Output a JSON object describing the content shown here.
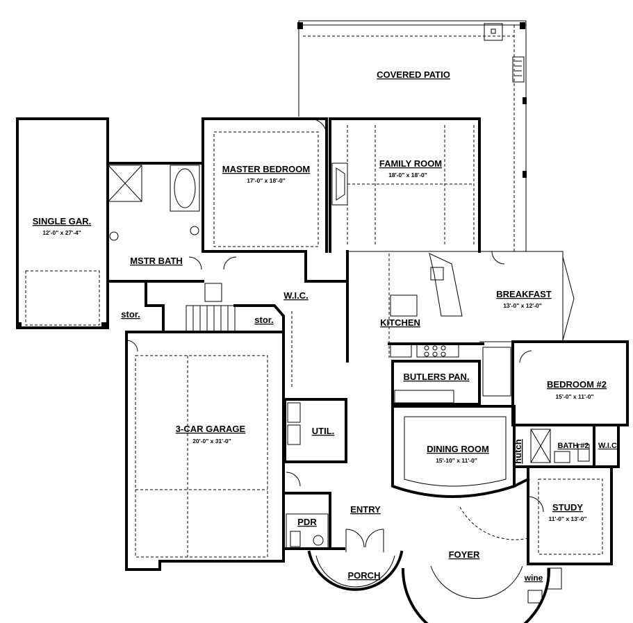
{
  "rooms": {
    "covered_patio": {
      "name": "COVERED PATIO"
    },
    "master_bedroom": {
      "name": "MASTER BEDROOM",
      "dim": "17'-0\" x 18'-0\""
    },
    "family_room": {
      "name": "FAMILY ROOM",
      "dim": "18'-0\" x 18'-0\""
    },
    "single_garage": {
      "name": "SINGLE GAR.",
      "dim": "12'-0\" x 27'-4\""
    },
    "master_bath": {
      "name": "MSTR BATH"
    },
    "wic_master": {
      "name": "W.I.C."
    },
    "breakfast": {
      "name": "BREAKFAST",
      "dim": "13'-0\" x 12'-0\""
    },
    "kitchen": {
      "name": "KITCHEN"
    },
    "stor_left": {
      "name": "stor."
    },
    "stor_right": {
      "name": "stor."
    },
    "butlers_pantry": {
      "name": "BUTLERS PAN."
    },
    "bedroom_2": {
      "name": "BEDROOM #2",
      "dim": "15'-0\" x 11'-0\""
    },
    "garage_3car": {
      "name": "3-CAR GARAGE",
      "dim": "20'-0\" x 31'-0\""
    },
    "utility": {
      "name": "UTIL."
    },
    "dining_room": {
      "name": "DINING ROOM",
      "dim": "15'-10\" x 11'-0\""
    },
    "hutch": {
      "name": "hutch"
    },
    "bath_2": {
      "name": "BATH #2"
    },
    "wic_2": {
      "name": "W.I.C."
    },
    "study": {
      "name": "STUDY",
      "dim": "11'-0\" x 13'-0\""
    },
    "entry": {
      "name": "ENTRY"
    },
    "pdr": {
      "name": "PDR"
    },
    "foyer": {
      "name": "FOYER"
    },
    "porch": {
      "name": "PORCH"
    },
    "wine": {
      "name": "wine"
    }
  }
}
